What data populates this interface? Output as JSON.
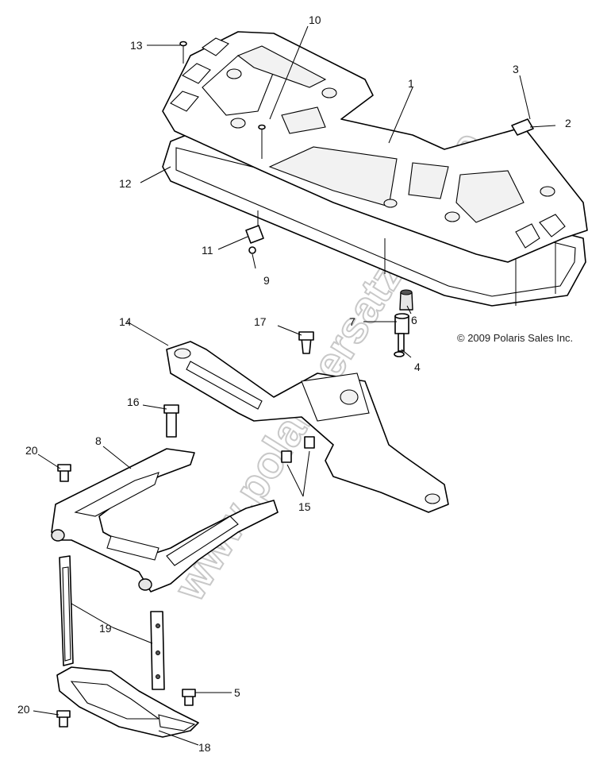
{
  "copyright": "© 2009 Polaris Sales Inc.",
  "watermark": "www.polarisersatzteile.de",
  "callouts": {
    "c1": "1",
    "c2": "2",
    "c3": "3",
    "c4": "4",
    "c5": "5",
    "c6": "6",
    "c7": "7",
    "c8": "8",
    "c9": "9",
    "c10": "10",
    "c11": "11",
    "c12": "12",
    "c13": "13",
    "c14": "14",
    "c15": "15",
    "c16": "16",
    "c17": "17",
    "c18": "18",
    "c19": "19",
    "c20a": "20",
    "c20b": "20"
  }
}
